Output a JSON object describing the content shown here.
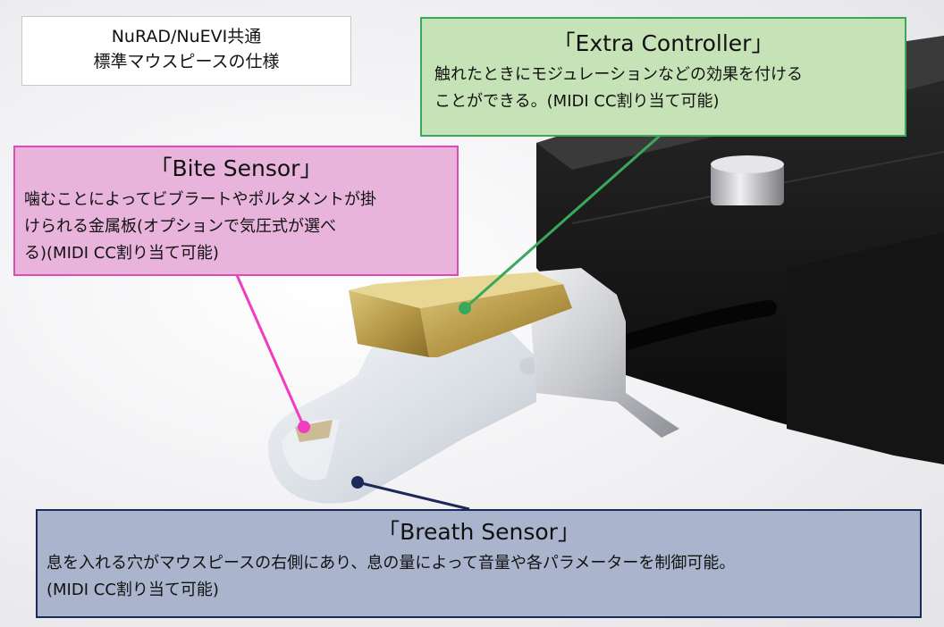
{
  "header": {
    "line1": "NuRAD/NuEVI共通",
    "line2": "標準マウスピースの仕様"
  },
  "extra_controller": {
    "title": "「Extra Controller」",
    "desc1": "触れたときにモジュレーションなどの効果を付ける",
    "desc2": "ことができる。(MIDI CC割り当て可能)",
    "color": "#3aa85a"
  },
  "bite_sensor": {
    "title": "「Bite Sensor」",
    "desc1": "噛むことによってビブラートやポルタメントが掛",
    "desc2": "けられる金属板(オプションで気圧式が選べ",
    "desc3": "る)(MIDI CC割り当て可能)",
    "color": "#e04ab8"
  },
  "breath_sensor": {
    "title": "「Breath Sensor」",
    "desc": "息を入れる穴がマウスピースの右側にあり、息の量によって音量や各パラメーターを制御可能。",
    "note": "(MIDI CC割り当て可能)",
    "color": "#1c2a5a"
  }
}
